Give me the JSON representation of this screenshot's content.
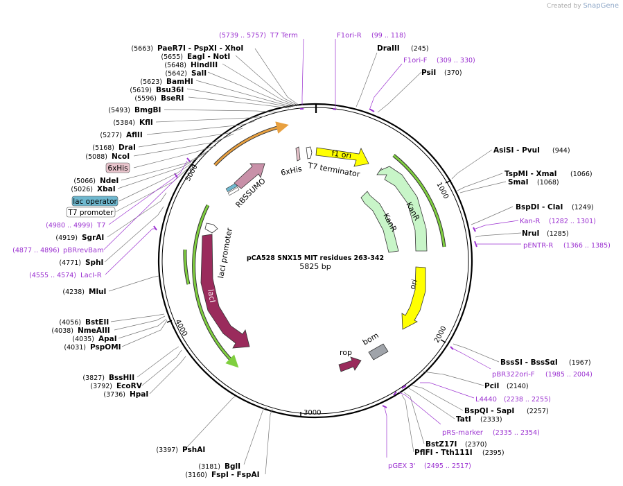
{
  "watermark": {
    "prefix": "Created by",
    "brand": "SnapGene"
  },
  "plasmid": {
    "name": "pCA528 SNX15 MIT residues 263-342",
    "length": "5825 bp"
  },
  "ticks": [
    "1000",
    "2000",
    "3000",
    "4000",
    "5000"
  ],
  "left_sites": [
    {
      "pos": "(5663)",
      "name": "PaeR7I   - PspXI   - XhoI"
    },
    {
      "pos": "(5655)",
      "name": "EagI   - NotI"
    },
    {
      "pos": "(5648)",
      "name": "HindIII"
    },
    {
      "pos": "(5642)",
      "name": "SalI"
    },
    {
      "pos": "(5623)",
      "name": "BamHI"
    },
    {
      "pos": "(5619)",
      "name": "Bsu36I"
    },
    {
      "pos": "(5596)",
      "name": "BseRI"
    },
    {
      "pos": "(5493)",
      "name": "BmgBI"
    },
    {
      "pos": "(5384)",
      "name": "KflI"
    },
    {
      "pos": "(5277)",
      "name": "AflII"
    },
    {
      "pos": "(5168)",
      "name": "DraI"
    },
    {
      "pos": "(5088)",
      "name": "NcoI"
    },
    {
      "pos": "(5066)",
      "name": "NdeI"
    },
    {
      "pos": "(5026)",
      "name": "XbaI"
    },
    {
      "pos": "(4919)",
      "name": "SgrAI"
    },
    {
      "pos": "(4771)",
      "name": "SphI"
    },
    {
      "pos": "(4238)",
      "name": "MluI"
    },
    {
      "pos": "(4056)",
      "name": "BstEII"
    },
    {
      "pos": "(4038)",
      "name": "NmeAIII"
    },
    {
      "pos": "(4035)",
      "name": "ApaI"
    },
    {
      "pos": "(4031)",
      "name": "PspOMI"
    },
    {
      "pos": "(3827)",
      "name": "BssHII"
    },
    {
      "pos": "(3792)",
      "name": "EcoRV"
    },
    {
      "pos": "(3736)",
      "name": "HpaI"
    },
    {
      "pos": "(3397)",
      "name": "PshAI"
    },
    {
      "pos": "(3181)",
      "name": "BglI"
    },
    {
      "pos": "(3160)",
      "name": "FspI   - FspAI"
    }
  ],
  "left_features": [
    {
      "name": "6xHis"
    },
    {
      "name": "lac operator"
    },
    {
      "name": "T7 promoter"
    }
  ],
  "left_primers": [
    {
      "range": "(4980 .. 4999)",
      "name": "T7"
    },
    {
      "range": "(4877 .. 4896)",
      "name": "pBRrevBam"
    },
    {
      "range": "(4555 .. 4574)",
      "name": "LacI-R"
    }
  ],
  "top_primers": [
    {
      "range": "(5739 .. 5757)",
      "name": "T7 Term"
    },
    {
      "name": "F1ori-R",
      "range": "(99 .. 118)"
    },
    {
      "name": "F1ori-F",
      "range": "(309 .. 330)"
    }
  ],
  "right_sites": [
    {
      "name": "DraIII",
      "pos": "(245)"
    },
    {
      "name": "PsiI",
      "pos": "(370)"
    },
    {
      "name": "AsiSI   - PvuI",
      "pos": "(944)"
    },
    {
      "name": "TspMI   - XmaI",
      "pos": "(1066)"
    },
    {
      "name": "SmaI",
      "pos": "(1068)"
    },
    {
      "name": "BspDI   - ClaI",
      "pos": "(1249)"
    },
    {
      "name": "NruI",
      "pos": "(1285)"
    },
    {
      "name": "BssSI   - BssSαI",
      "pos": "(1967)"
    },
    {
      "name": "PciI",
      "pos": "(2140)"
    },
    {
      "name": "BspQI   - SapI",
      "pos": "(2257)"
    },
    {
      "name": "TatI",
      "pos": "(2333)"
    },
    {
      "name": "BstZ17I",
      "pos": "(2370)"
    },
    {
      "name": "PflFI   - Tth111I",
      "pos": "(2395)"
    }
  ],
  "right_primers": [
    {
      "name": "Kan-R",
      "range": "(1282 .. 1301)"
    },
    {
      "name": "pENTR-R",
      "range": "(1366 .. 1385)"
    },
    {
      "name": "pBR322ori-F",
      "range": "(1985 .. 2004)"
    },
    {
      "name": "L4440",
      "range": "(2238 .. 2255)"
    },
    {
      "name": "pRS-marker",
      "range": "(2335 .. 2354)"
    },
    {
      "name": "pGEX 3'",
      "range": "(2495 .. 2517)"
    }
  ],
  "features": {
    "f1_ori": "f1 ori",
    "his_inner": "6xHis",
    "t7_terminator": "T7 terminator",
    "rbs": "RBS",
    "sumo": "SUMO",
    "kanr_outer": "KanR",
    "kanr_inner": "KanR",
    "ori": "ori",
    "laci_promoter": "lacI promoter",
    "laci": "lacI",
    "rop": "rop",
    "bom": "bom"
  },
  "colors": {
    "primer": "#9a2fd0",
    "f1_ori": "#ffff00",
    "ori": "#ffff00",
    "kanr": "#c8f5c8",
    "laci": "#9a2b5c",
    "sumo": "#c890a8",
    "rop": "#9a2b5c",
    "bom": "#a0a4aa",
    "his_tag": "#e8c4cc",
    "lac_operator": "#6fb8cf",
    "orf_green": "#7fcf3f",
    "orf_orange": "#e8a040"
  }
}
